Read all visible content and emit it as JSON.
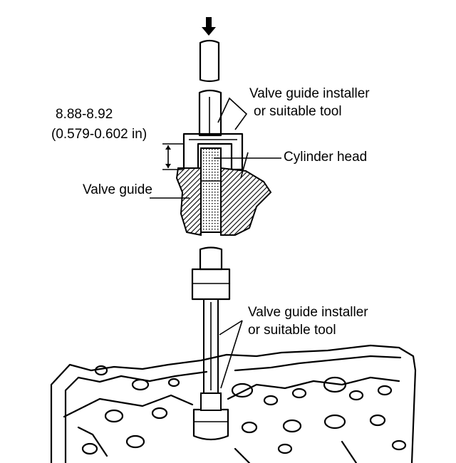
{
  "labels": {
    "installer_top_line1": "Valve guide installer",
    "installer_top_line2": "or suitable tool",
    "dimension_line1": "8.88-8.92",
    "dimension_line2": "(0.579-0.602 in)",
    "cylinder_head": "Cylinder head",
    "valve_guide": "Valve guide",
    "installer_bottom_line1": "Valve guide installer",
    "installer_bottom_line2": "or suitable tool"
  },
  "colors": {
    "ink": "#000000",
    "paper": "#ffffff"
  },
  "icons": [
    "press-direction-arrow-icon"
  ]
}
